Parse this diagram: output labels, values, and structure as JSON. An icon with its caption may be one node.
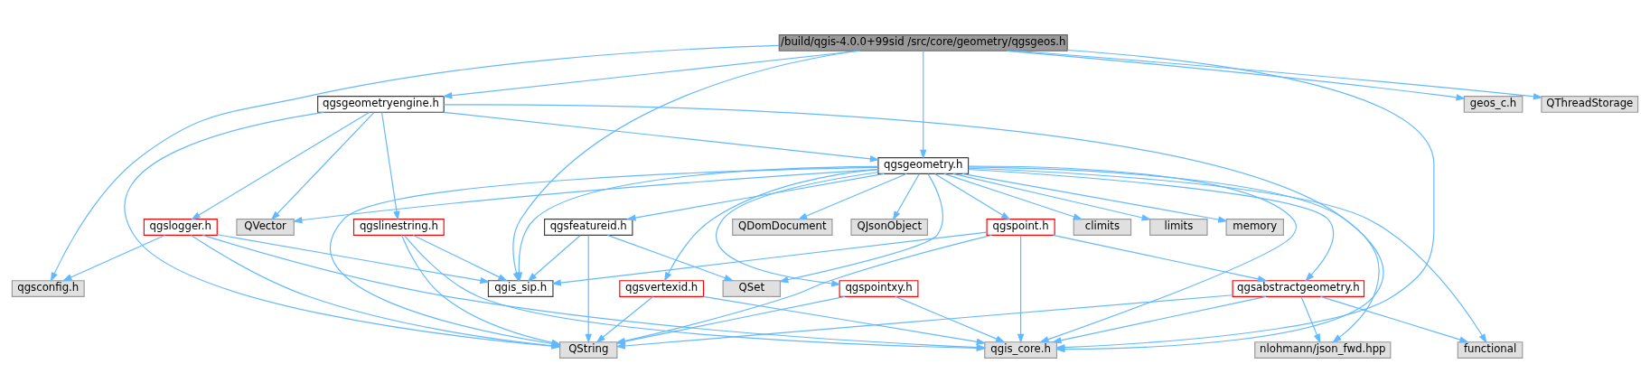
{
  "diagram": {
    "nodes": [
      {
        "text": [
          "/build/qgis-4.0.0+99sid /src/core/geometry/qgsgeos.h"
        ]
      },
      {
        "text": [
          "qgsgeometryengine.h"
        ]
      },
      {
        "text": [
          "geos_c.h"
        ]
      },
      {
        "text": [
          "QThreadStorage"
        ]
      },
      {
        "text": [
          "qgsgeometry.h"
        ]
      },
      {
        "text": [
          "qgslogger.h"
        ]
      },
      {
        "text": [
          "QVector"
        ]
      },
      {
        "text": [
          "qgslinestring.h"
        ]
      },
      {
        "text": [
          "qgsconfig.h"
        ]
      },
      {
        "text": [
          "qgis_sip.h"
        ]
      },
      {
        "text": [
          "qgsvertexid.h"
        ]
      },
      {
        "text": [
          "qgis_core.h"
        ]
      },
      {
        "text": [
          "QString"
        ]
      },
      {
        "text": [
          "QDomDocument"
        ]
      },
      {
        "text": [
          "QJsonObject"
        ]
      },
      {
        "text": [
          "qgspoint.h"
        ]
      },
      {
        "text": [
          "qgspointxy.h"
        ]
      },
      {
        "text": [
          "qgsfeatureid.h"
        ]
      },
      {
        "text": [
          "qgsabstractgeometry.h"
        ]
      },
      {
        "text": [
          "QSet"
        ]
      },
      {
        "text": [
          "functional"
        ]
      },
      {
        "text": [
          "climits"
        ]
      },
      {
        "text": [
          "limits"
        ]
      },
      {
        "text": [
          "memory"
        ]
      },
      {
        "text": [
          "nlohmann/json_fwd.hpp"
        ]
      }
    ],
    "edges": [
      {
        "from": 0,
        "to": 11,
        "arrow": "to"
      },
      {
        "from": 0,
        "to": 8,
        "arrow": "to"
      },
      {
        "from": 0,
        "to": 1,
        "arrow": "to"
      },
      {
        "from": 0,
        "to": 9,
        "arrow": "to"
      },
      {
        "from": 0,
        "to": 4,
        "arrow": "to"
      },
      {
        "from": 0,
        "to": 2,
        "arrow": "to"
      },
      {
        "from": 0,
        "to": 3,
        "arrow": "to"
      },
      {
        "from": 1,
        "to": 4,
        "arrow": "to"
      },
      {
        "from": 1,
        "to": 5,
        "arrow": "to"
      },
      {
        "from": 1,
        "to": 6,
        "arrow": "to"
      },
      {
        "from": 1,
        "to": 7,
        "arrow": "to"
      },
      {
        "from": 1,
        "to": 11,
        "arrow": "to"
      },
      {
        "from": 1,
        "to": 12,
        "arrow": "to"
      },
      {
        "from": 4,
        "to": 6,
        "arrow": "to"
      },
      {
        "from": 4,
        "to": 11,
        "arrow": "to"
      },
      {
        "from": 4,
        "to": 10,
        "arrow": "to"
      },
      {
        "from": 4,
        "to": 16,
        "arrow": "to"
      },
      {
        "from": 4,
        "to": 9,
        "arrow": "to"
      },
      {
        "from": 4,
        "to": 13,
        "arrow": "to"
      },
      {
        "from": 4,
        "to": 14,
        "arrow": "to"
      },
      {
        "from": 4,
        "to": 15,
        "arrow": "to"
      },
      {
        "from": 4,
        "to": 12,
        "arrow": "to"
      },
      {
        "from": 4,
        "to": 17,
        "arrow": "to"
      },
      {
        "from": 4,
        "to": 18,
        "arrow": "to"
      },
      {
        "from": 4,
        "to": 19,
        "arrow": "to"
      },
      {
        "from": 4,
        "to": 20,
        "arrow": "to"
      },
      {
        "from": 4,
        "to": 21,
        "arrow": "to"
      },
      {
        "from": 4,
        "to": 22,
        "arrow": "to"
      },
      {
        "from": 4,
        "to": 23,
        "arrow": "to"
      },
      {
        "from": 4,
        "to": 24,
        "arrow": "to"
      },
      {
        "from": 5,
        "to": 8,
        "arrow": "to"
      },
      {
        "from": 5,
        "to": 9,
        "arrow": "to"
      },
      {
        "from": 5,
        "to": 11,
        "arrow": "to"
      },
      {
        "from": 5,
        "to": 12,
        "arrow": "to"
      },
      {
        "from": 7,
        "to": 9,
        "arrow": "to"
      },
      {
        "from": 7,
        "to": 11,
        "arrow": "to"
      },
      {
        "from": 7,
        "to": 12,
        "arrow": "to"
      },
      {
        "from": 10,
        "to": 11,
        "arrow": "to"
      },
      {
        "from": 10,
        "to": 12,
        "arrow": "to"
      },
      {
        "from": 15,
        "to": 9,
        "arrow": "to"
      },
      {
        "from": 15,
        "to": 11,
        "arrow": "to"
      },
      {
        "from": 15,
        "to": 12,
        "arrow": "to"
      },
      {
        "from": 15,
        "to": 18,
        "arrow": "to"
      },
      {
        "from": 16,
        "to": 11,
        "arrow": "to"
      },
      {
        "from": 16,
        "to": 12,
        "arrow": "to"
      },
      {
        "from": 17,
        "to": 9,
        "arrow": "to"
      },
      {
        "from": 17,
        "to": 12,
        "arrow": "to"
      },
      {
        "from": 17,
        "to": 19,
        "arrow": "to"
      },
      {
        "from": 18,
        "to": 11,
        "arrow": "to"
      },
      {
        "from": 18,
        "to": 12,
        "arrow": "to"
      },
      {
        "from": 18,
        "to": 20,
        "arrow": "to"
      },
      {
        "from": 18,
        "to": 24,
        "arrow": "to"
      }
    ]
  }
}
